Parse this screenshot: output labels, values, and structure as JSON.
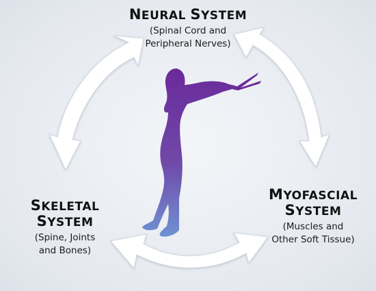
{
  "nodes": {
    "neural": {
      "title_first_cap": "N",
      "title_first_rest": "EURAL",
      "title_second_cap": "S",
      "title_second_rest": "YSTEM",
      "sub_line1": "(Spinal Cord and",
      "sub_line2": "Peripheral Nerves)"
    },
    "skeletal": {
      "line1_cap": "S",
      "line1_rest": "KELETAL",
      "line2_cap": "S",
      "line2_rest": "YSTEM",
      "sub_line1": "(Spine, Joints",
      "sub_line2": "and Bones)"
    },
    "myofascial": {
      "line1_cap": "M",
      "line1_rest": "YOFASCIAL",
      "line2_cap": "S",
      "line2_rest": "YSTEM",
      "sub_line1": "(Muscles and",
      "sub_line2": "Other Soft Tissue)"
    }
  },
  "colors": {
    "figure_top": "#6a2a9a",
    "figure_bottom": "#6f8ed0",
    "arrow_fill": "#ffffff",
    "text": "#111111"
  },
  "icons": {
    "figure": "person-holding-scissors-silhouette",
    "arrows": "bidirectional-curved-arrows"
  }
}
